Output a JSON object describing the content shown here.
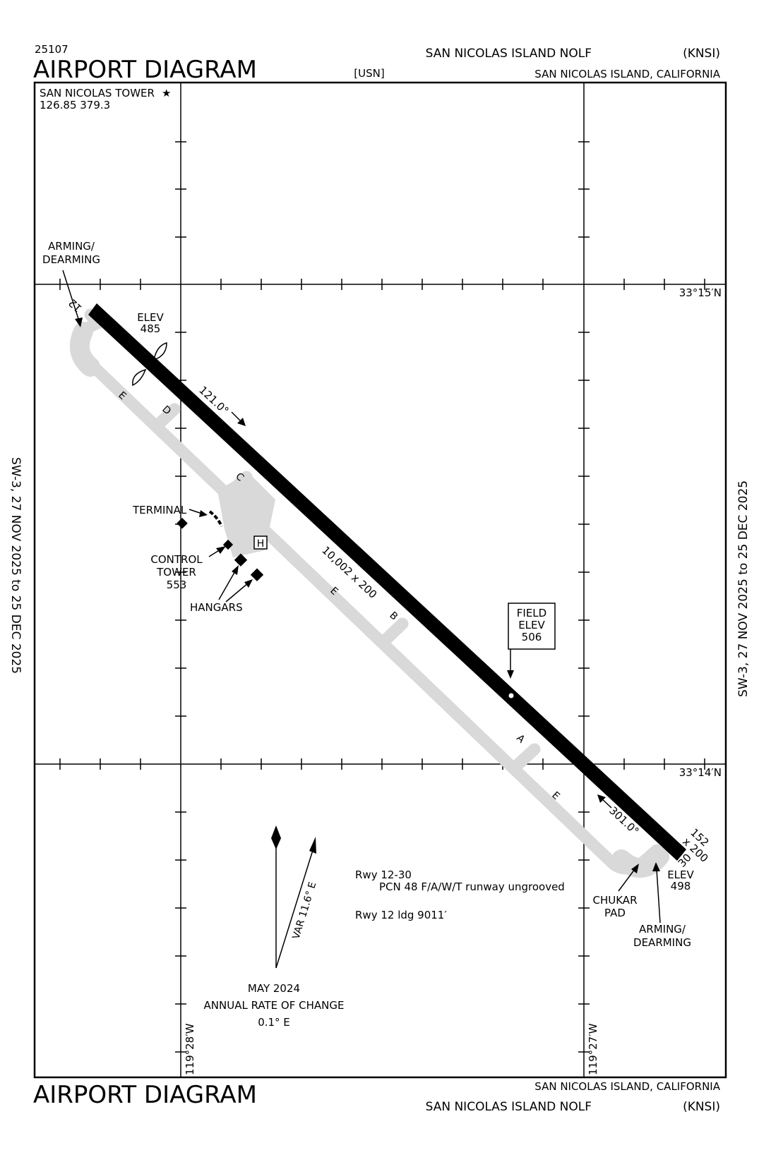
{
  "header": {
    "chart_number": "25107",
    "title": "AIRPORT DIAGRAM",
    "airport_name": "SAN NICOLAS ISLAND NOLF",
    "airport_id": "(KNSI)",
    "operator": "[USN]",
    "location": "SAN NICOLAS ISLAND, CALIFORNIA"
  },
  "footer": {
    "title": "AIRPORT DIAGRAM",
    "location": "SAN NICOLAS ISLAND, CALIFORNIA",
    "airport_name": "SAN NICOLAS ISLAND NOLF",
    "airport_id": "(KNSI)"
  },
  "side_labels": {
    "left": "SW-3,  27 NOV 2025  to  25 DEC 2025",
    "right": "SW-3,  27 NOV 2025  to  25 DEC 2025"
  },
  "tower": {
    "name": "SAN NICOLAS TOWER",
    "freqs": "126.85  379.3",
    "star": "★"
  },
  "grid": {
    "lat_north": "33°15′N",
    "lat_south": "33°14′N",
    "lon_west": "119°28′W",
    "lon_east": "119°27′W"
  },
  "runway": {
    "end_12": "12",
    "end_30": "30",
    "size": "10,002 x 200",
    "heading_12": "121.0°",
    "heading_30": "301.0°",
    "elev_12_label": "ELEV",
    "elev_12_value": "485",
    "elev_30_label": "ELEV",
    "elev_30_value": "498",
    "dim_30_line1": "152",
    "dim_30_line2": "x 200"
  },
  "field_elev": {
    "line1": "FIELD",
    "line2": "ELEV",
    "line3": "506"
  },
  "taxiways": {
    "A": "A",
    "B": "B",
    "C": "C",
    "D": "D",
    "E": "E"
  },
  "labels": {
    "arming_nw_1": "ARMING/",
    "arming_nw_2": "DEARMING",
    "arming_se_1": "ARMING/",
    "arming_se_2": "DEARMING",
    "terminal": "TERMINAL",
    "control_tower_1": "CONTROL",
    "control_tower_2": "TOWER",
    "control_tower_3": "553",
    "hangars": "HANGARS",
    "chukar_1": "CHUKAR",
    "chukar_2": "PAD",
    "helipad": "H"
  },
  "notes": {
    "rwy": "Rwy 12-30",
    "pcn": "PCN 48 F/A/W/T runway ungrooved",
    "ldg": "Rwy 12 ldg 9011′"
  },
  "magvar": {
    "var": "VAR 11.6° E",
    "date": "MAY 2024",
    "rate_label": "ANNUAL RATE OF CHANGE",
    "rate": "0.1° E"
  }
}
